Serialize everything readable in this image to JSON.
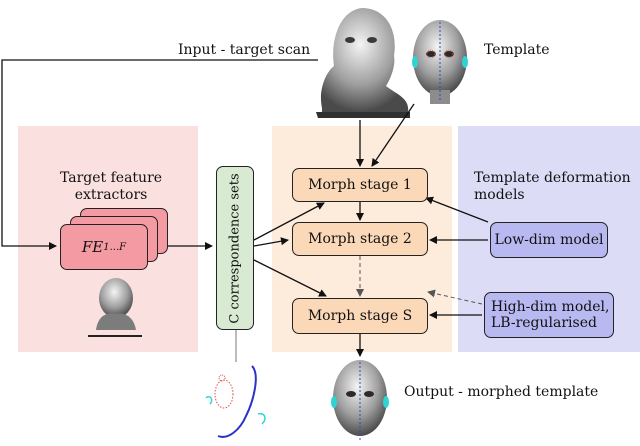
{
  "labels": {
    "input": "Input - target scan",
    "template": "Template",
    "output": "Output - morphed template",
    "target_feature_extractors_line1": "Target feature",
    "target_feature_extractors_line2": "extractors",
    "template_deformation_line1": "Template deformation",
    "template_deformation_line2": "models"
  },
  "feature_extractor": {
    "base": "FE",
    "subscript": "1...F"
  },
  "correspondence": "C correspondence sets",
  "stages": [
    "Morph stage 1",
    "Morph stage 2",
    "Morph stage S"
  ],
  "models": {
    "low": "Low-dim model",
    "high_line1": "High-dim model,",
    "high_line2": "LB-regularised"
  },
  "colors": {
    "feature_panel": "#fbe0e0",
    "stage_panel": "#fdebdb",
    "model_panel": "#dcdcf7",
    "fe_box": "#f39aa3",
    "corr_box": "#d9ead3",
    "stage_box": "#fbd9b8",
    "model_box": "#b9b9f2"
  }
}
